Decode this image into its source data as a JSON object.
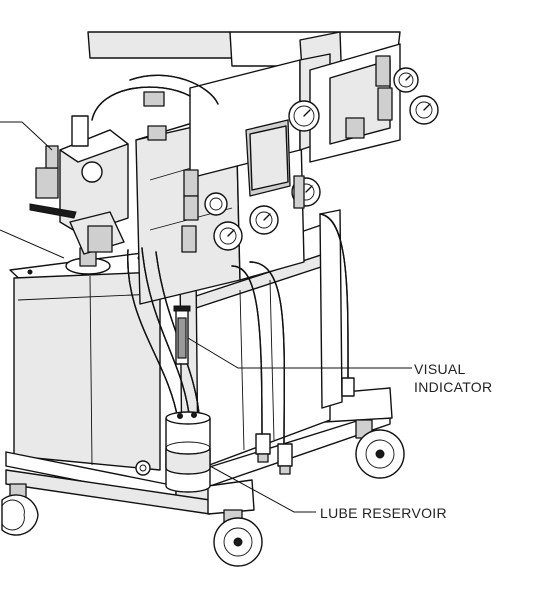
{
  "callouts": {
    "visual_indicator": [
      "VISUAL",
      "INDICATOR"
    ],
    "lube_reservoir": "LUBE RESERVOIR"
  },
  "colors": {
    "background": "#ffffff",
    "line": "#111111",
    "light_fill": "#e9e9e9",
    "mid_fill": "#cfcfcf"
  }
}
